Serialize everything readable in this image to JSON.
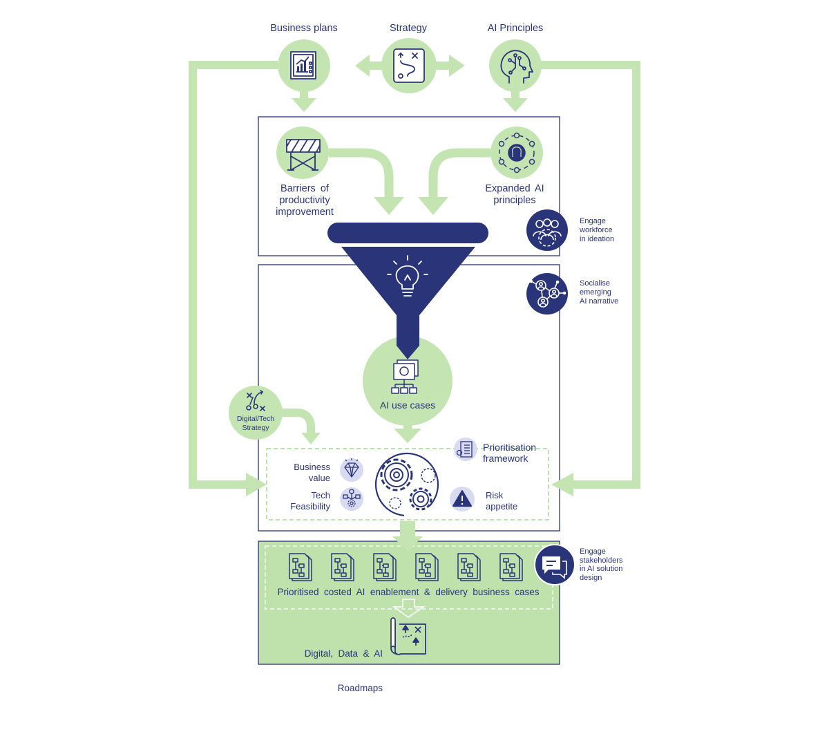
{
  "top": {
    "business_plans": "Business plans",
    "strategy": "Strategy",
    "ai_principles": "AI Principles"
  },
  "ideation": {
    "barriers": [
      "Barriers  of",
      "productivity",
      "improvement"
    ],
    "expanded": [
      "Expanded  AI",
      "principles"
    ]
  },
  "engagement": {
    "workforce": [
      "Engage",
      "workforce",
      "in ideation"
    ],
    "socialise": [
      "Socialise",
      "emerging",
      "AI narrative"
    ],
    "stakeholders": [
      "Engage",
      "stakeholders",
      "in AI solution",
      "design"
    ]
  },
  "use_cases": {
    "label": "AI use cases",
    "digital_tech": [
      "Digital/Tech",
      "Strategy"
    ]
  },
  "prioritisation": {
    "framework": [
      "Prioritisation",
      "framework"
    ],
    "business_value": [
      "Business",
      "value"
    ],
    "tech_feasibility": [
      "Tech",
      "Feasibility"
    ],
    "risk_appetite": [
      "Risk",
      "appetite"
    ]
  },
  "outputs": {
    "business_cases": "Prioritised  costed  AI  enablement  &  delivery  business  cases",
    "roadmaps": [
      "Digital,  Data  &  AI",
      "Roadmaps"
    ]
  },
  "colors": {
    "navy": "#2a3478",
    "green": "#c4e5b2",
    "green_fill": "#bfe2ad",
    "lavender": "#d7daf0"
  },
  "icons": [
    "chart-board-icon",
    "strategy-play-icon",
    "ai-head-icon",
    "barrier-icon",
    "ai-network-icon",
    "team-icon",
    "social-network-icon",
    "lightbulb-icon",
    "hierarchy-icon",
    "playbook-icon",
    "diamond-icon",
    "tech-node-icon",
    "gears-icon",
    "checklist-icon",
    "warning-icon",
    "document-flow-icon",
    "chat-icon",
    "map-icon"
  ]
}
